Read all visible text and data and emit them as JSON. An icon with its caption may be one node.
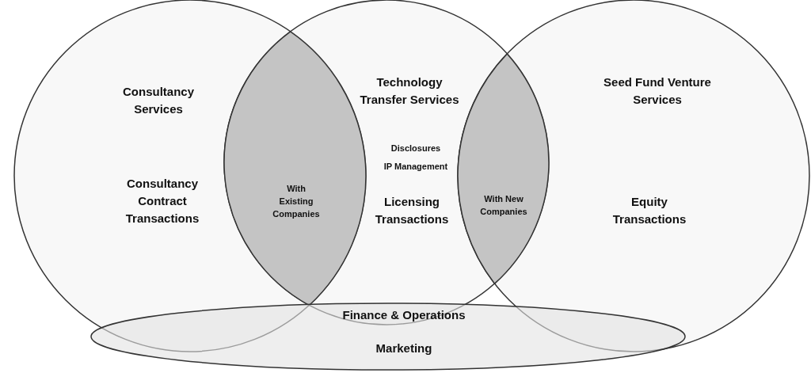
{
  "diagram": {
    "nodes": [
      {
        "text": [
          "Consultancy Services",
          "Consultancy Contract Transactions"
        ]
      },
      {
        "text": [
          "Technology Transfer Services",
          "Disclosures",
          "IP Management",
          "Licensing Transactions"
        ]
      },
      {
        "text": [
          "Seed Fund Venture Services",
          "Equity Transactions"
        ]
      },
      {
        "text": [
          "With Existing Companies"
        ]
      },
      {
        "text": [
          "With New Companies"
        ]
      },
      {
        "text": [
          "Finance & Operations",
          "Marketing"
        ]
      }
    ]
  }
}
